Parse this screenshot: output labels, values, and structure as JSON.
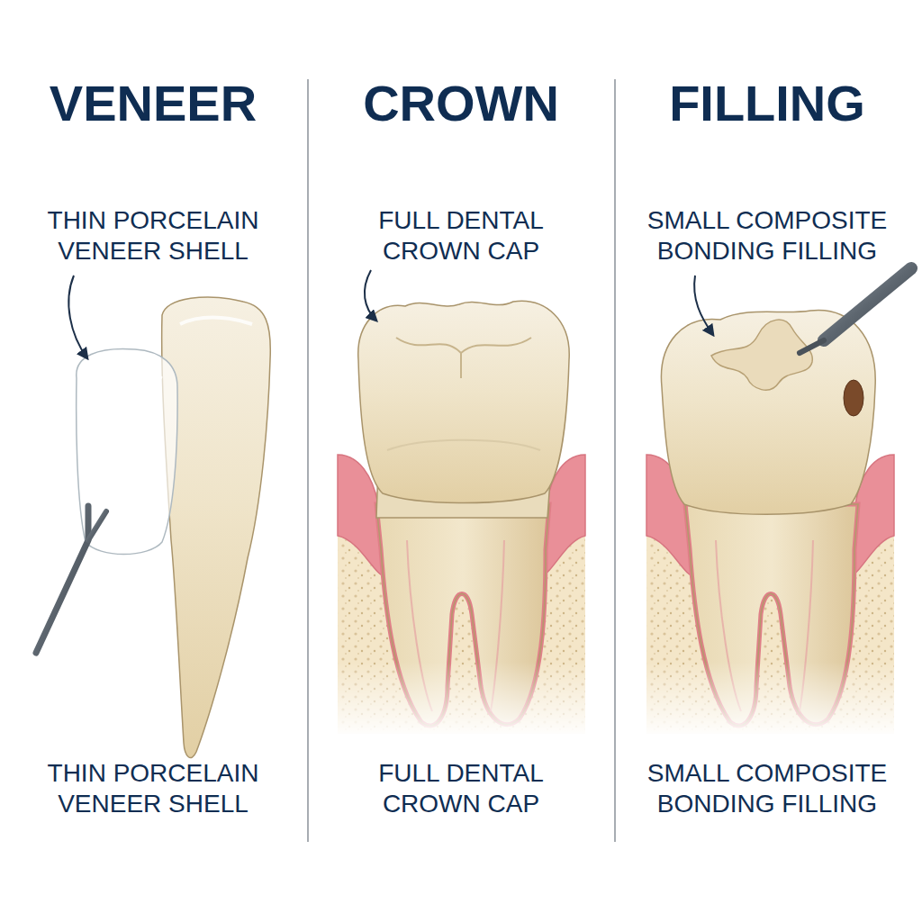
{
  "diagram": {
    "labels": [
      "VENEER",
      "CROWN",
      "FILLING",
      "THIN PORCELAIN VENEER SHELL",
      "FULL DENTAL CROWN CAP",
      "SMALL COMPOSITE BONDING FILLING",
      "THIN PORCELAIN VENEER SHELL",
      "FULL DENTAL CROWN CAP",
      "SMALL COMPOSITE BONDING FILLING"
    ]
  }
}
